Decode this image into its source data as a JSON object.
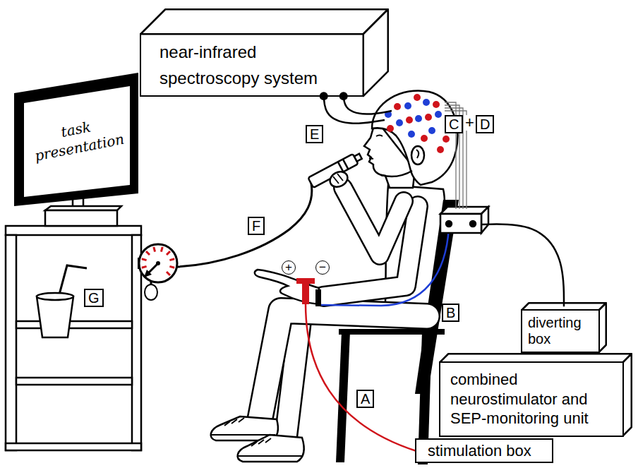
{
  "diagram": {
    "nodes": [
      {
        "text": [
          "near-infrared spectroscopy system"
        ]
      },
      {
        "text": [
          "task presentation"
        ]
      },
      {
        "text": [
          "diverting box"
        ]
      },
      {
        "text": [
          "combined neurostimulator and SEP-monitoring unit"
        ]
      },
      {
        "text": [
          "stimulation box"
        ]
      }
    ],
    "labels": [
      "E",
      "C",
      "+",
      "D",
      "F",
      "G",
      "+",
      "−",
      "B",
      "A"
    ]
  }
}
